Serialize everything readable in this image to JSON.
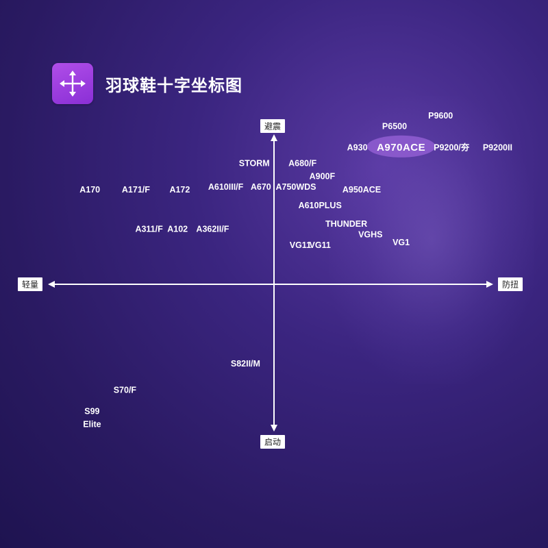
{
  "title": "羽球鞋十字坐标图",
  "logo_icon": "four-way-arrows-icon",
  "colors": {
    "logo": "#9b3fe0",
    "highlight": "#8e5ccf",
    "axis": "#ffffff",
    "text": "#ffffff"
  },
  "chart_data": {
    "type": "scatter",
    "title": "羽球鞋十字坐标图",
    "axes": {
      "x_negative": "轻量",
      "x_positive": "防扭",
      "y_positive": "避震",
      "y_negative": "启动"
    },
    "xlim": [
      -10,
      10
    ],
    "ylim": [
      -10,
      10
    ],
    "points": [
      {
        "label": "P6500",
        "x": 5.5,
        "y": 6.0
      },
      {
        "label": "P9600",
        "x": 7.6,
        "y": 6.4
      },
      {
        "label": "A930",
        "x": 3.8,
        "y": 5.2
      },
      {
        "label": "A970ACE",
        "x": 5.8,
        "y": 5.2,
        "highlight": true
      },
      {
        "label": "P9200/夯",
        "x": 8.1,
        "y": 5.2
      },
      {
        "label": "P9200II",
        "x": 10.2,
        "y": 5.2
      },
      {
        "label": "STORM",
        "x": -0.9,
        "y": 4.6
      },
      {
        "label": "A680/F",
        "x": 1.3,
        "y": 4.6
      },
      {
        "label": "A900F",
        "x": 2.2,
        "y": 4.1
      },
      {
        "label": "A170",
        "x": -8.4,
        "y": 3.6
      },
      {
        "label": "A171/F",
        "x": -6.3,
        "y": 3.6
      },
      {
        "label": "A172",
        "x": -4.3,
        "y": 3.6
      },
      {
        "label": "A610III/F",
        "x": -2.2,
        "y": 3.7
      },
      {
        "label": "A670",
        "x": -0.6,
        "y": 3.7
      },
      {
        "label": "A750WDS",
        "x": 1.0,
        "y": 3.7
      },
      {
        "label": "A950ACE",
        "x": 4.0,
        "y": 3.6
      },
      {
        "label": "A610PLUS",
        "x": 2.1,
        "y": 3.0
      },
      {
        "label": "THUNDER",
        "x": 3.3,
        "y": 2.3
      },
      {
        "label": "A311/F",
        "x": -5.7,
        "y": 2.1
      },
      {
        "label": "A102",
        "x": -4.4,
        "y": 2.1
      },
      {
        "label": "A362II/F",
        "x": -2.8,
        "y": 2.1
      },
      {
        "label": "VGHS",
        "x": 4.4,
        "y": 1.9
      },
      {
        "label": "VG1",
        "x": 5.8,
        "y": 1.6
      },
      {
        "label": "VG11",
        "x": 1.2,
        "y": 1.5
      },
      {
        "label": "VG11",
        "x": 2.1,
        "y": 1.5
      },
      {
        "label": "S82II/M",
        "x": -1.3,
        "y": -3.0
      },
      {
        "label": "S70/F",
        "x": -6.8,
        "y": -4.0
      },
      {
        "label": "S99",
        "x": -8.3,
        "y": -4.8
      },
      {
        "label": "Elite",
        "x": -8.3,
        "y": -5.3
      }
    ]
  }
}
